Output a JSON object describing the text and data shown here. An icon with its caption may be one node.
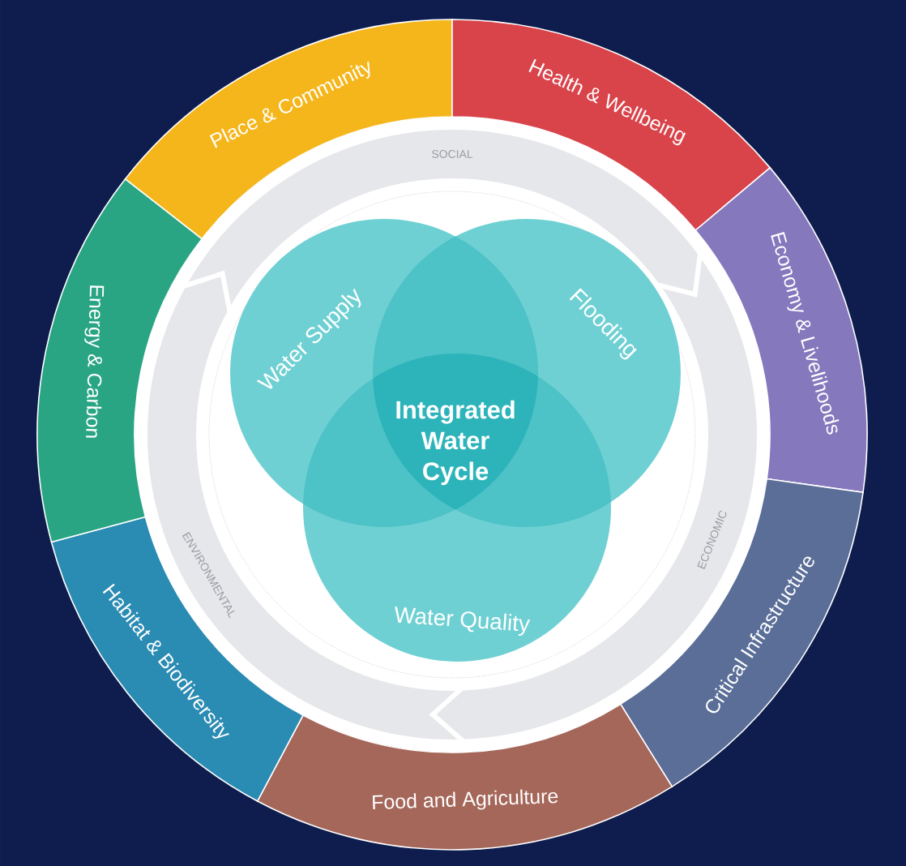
{
  "diagram": {
    "nodes": [
      {
        "text": [
          "Place & Community"
        ]
      },
      {
        "text": [
          "Health & Wellbeing"
        ]
      },
      {
        "text": [
          "Economy & Livelihoods"
        ]
      },
      {
        "text": [
          "Critical Infrastructure"
        ]
      },
      {
        "text": [
          "Food and Agriculture"
        ]
      },
      {
        "text": [
          "Habitat & Biodiversity"
        ]
      },
      {
        "text": [
          "Energy & Carbon"
        ]
      },
      {
        "text": [
          "Water Supply"
        ]
      },
      {
        "text": [
          "Flooding"
        ]
      },
      {
        "text": [
          "Water Quality"
        ]
      }
    ],
    "labels": [
      "SOCIAL",
      "Integrated Water Cycle",
      "ENVIRONMENTAL",
      "ECONOMIC"
    ]
  }
}
